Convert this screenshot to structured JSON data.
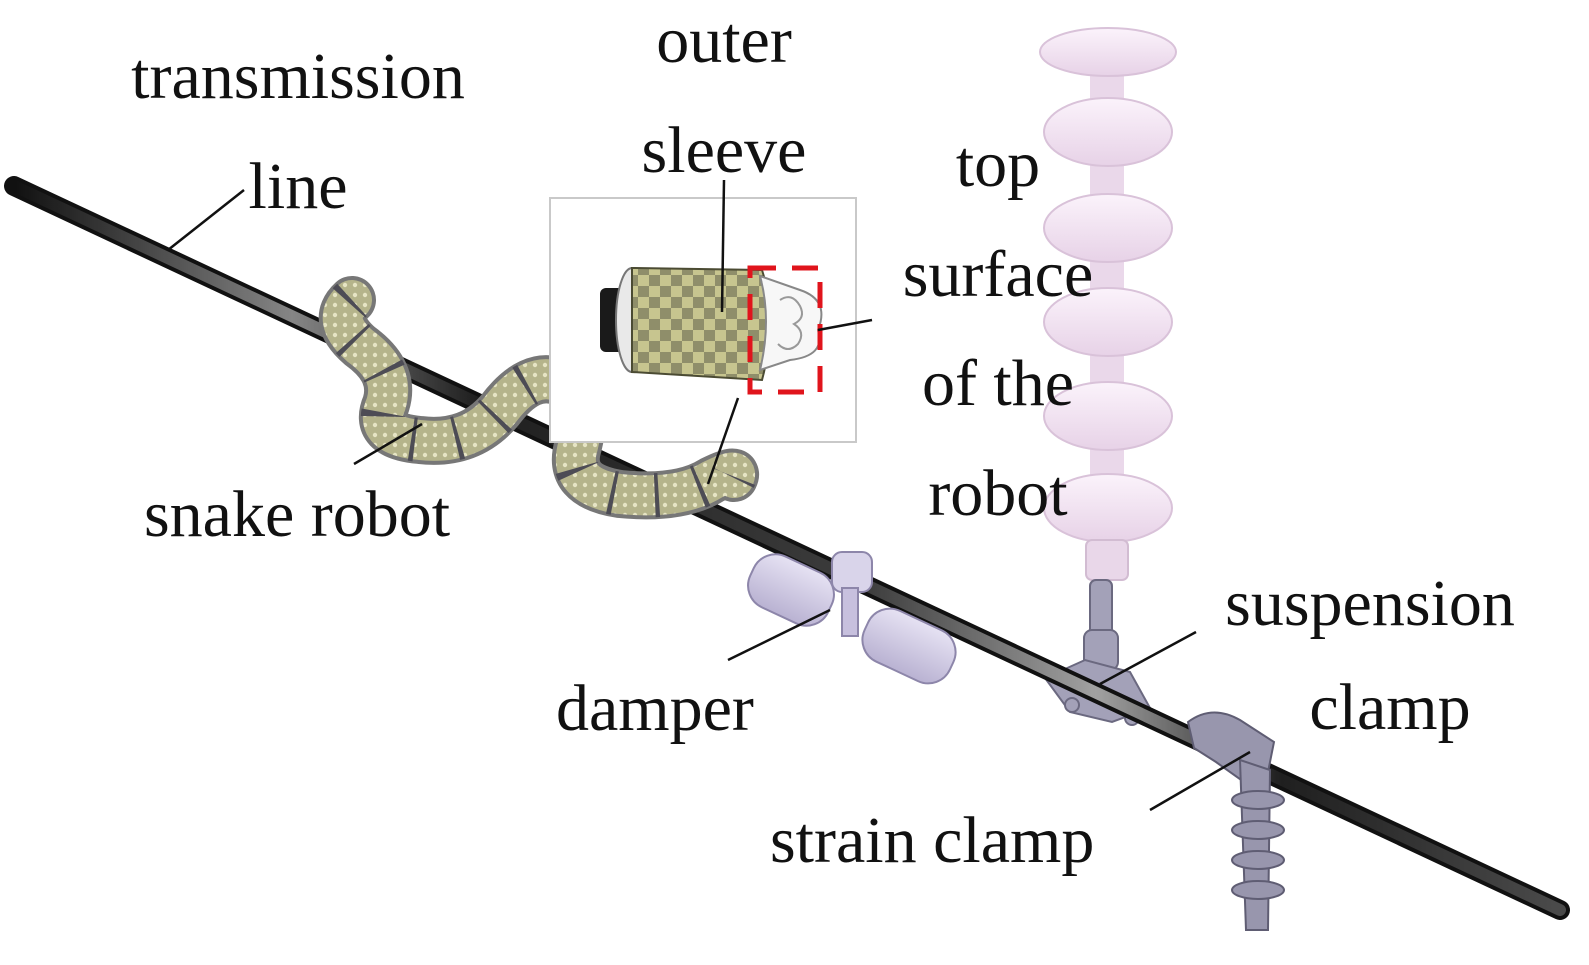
{
  "figure": {
    "labels": {
      "transmission_line": [
        "transmission",
        "line"
      ],
      "outer_sleeve": [
        "outer",
        "sleeve"
      ],
      "top_surface": [
        "top",
        "surface",
        "of the",
        "robot"
      ],
      "snake_robot": "snake robot",
      "damper": "damper",
      "suspension_clamp": [
        "suspension",
        "clamp"
      ],
      "strain_clamp": "strain clamp"
    },
    "components": [
      {
        "name": "transmission line",
        "color": "#222222"
      },
      {
        "name": "snake robot",
        "color": "#b7b68a"
      },
      {
        "name": "outer sleeve",
        "color": "#c8c890"
      },
      {
        "name": "damper",
        "color": "#cfc8e6"
      },
      {
        "name": "insulator string",
        "color": "#f3e4f3"
      },
      {
        "name": "suspension clamp",
        "color": "#9a98ad"
      },
      {
        "name": "strain clamp",
        "color": "#8e8ca3"
      }
    ],
    "inset_highlight_color": "#e0141c"
  }
}
